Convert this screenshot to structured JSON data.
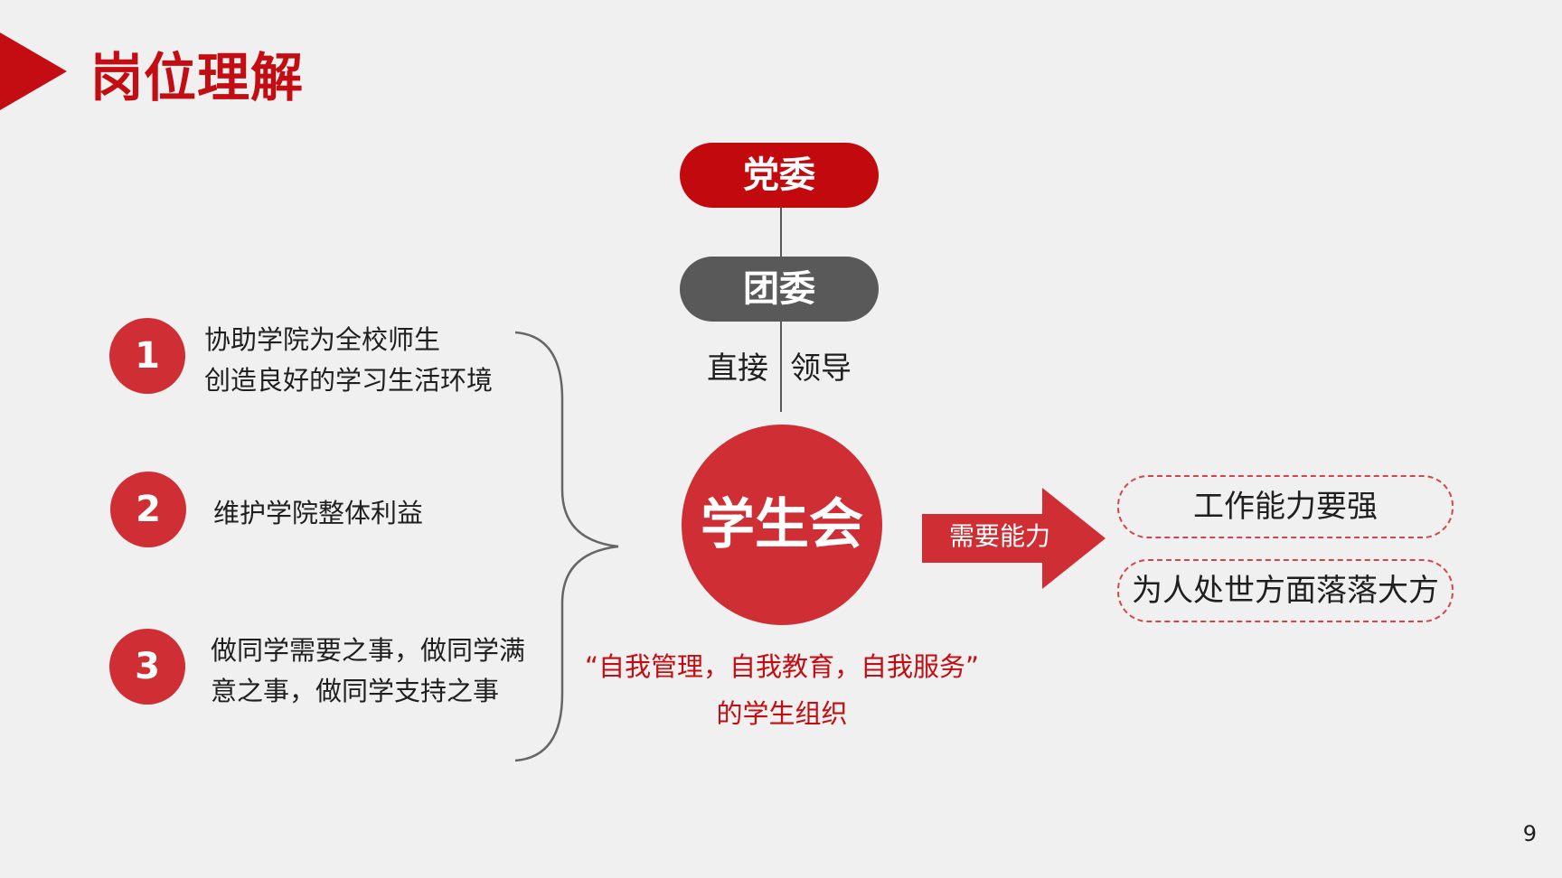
{
  "header": {
    "title": "岗位理解"
  },
  "hierarchy": {
    "party_committee": "党委",
    "youth_league": "团委",
    "lead_left": "直接",
    "lead_right": "领导",
    "student_union": "学生会",
    "motto_line1": "“自我管理，自我教育，自我服务”",
    "motto_line2": "的学生组织"
  },
  "duties": [
    {
      "number": "1",
      "lines": [
        "协助学院为全校师生",
        "创造良好的学习生活环境"
      ]
    },
    {
      "number": "2",
      "lines": [
        "维护学院整体利益"
      ]
    },
    {
      "number": "3",
      "lines": [
        "做同学需要之事，做同学满",
        "意之事，做同学支持之事"
      ]
    }
  ],
  "requirements": {
    "arrow_label": "需要能力",
    "items": [
      "工作能力要强",
      "为人处世方面落落大方"
    ]
  },
  "footer": {
    "page_number": "9"
  },
  "colors": {
    "accent_red": "#c40d12",
    "circle_red": "#cf2f34",
    "gray_pill": "#595959",
    "background": "#f0f0f0"
  }
}
